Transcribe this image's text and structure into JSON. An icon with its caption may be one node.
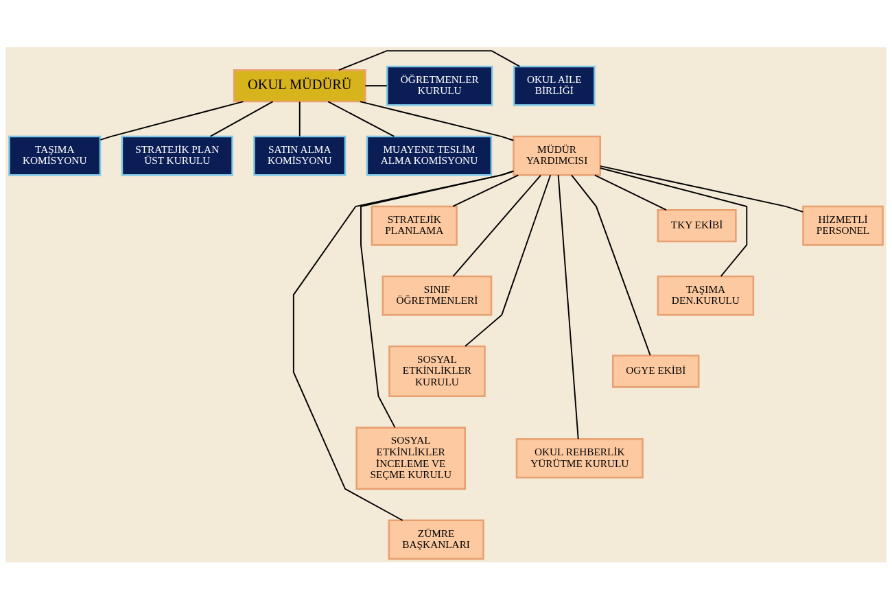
{
  "diagram": {
    "nodes": [
      {
        "text": [
          "OKUL MÜDÜRÜ"
        ]
      },
      {
        "text": [
          "ÖĞRETMENLER KURULU"
        ]
      },
      {
        "text": [
          "TAŞIMA KOMİSYONU"
        ]
      },
      {
        "text": [
          "STRATEJİK PLAN ÜST KURULU"
        ]
      },
      {
        "text": [
          "OKUL AİLE BİRLİĞİ"
        ]
      },
      {
        "text": [
          "SATIN ALMA KOMİSYONU"
        ]
      },
      {
        "text": [
          "MUAYENE TESLİM ALMA KOMİSYONU"
        ]
      },
      {
        "text": [
          "MÜDÜR YARDIMCISI"
        ]
      },
      {
        "text": [
          "STRATEJİK PLANLAMA"
        ]
      },
      {
        "text": [
          "TKY EKİBİ"
        ]
      },
      {
        "text": [
          "SINIF ÖĞRETMENLERİ"
        ]
      },
      {
        "text": [
          "TAŞIMA DEN.KURULU"
        ]
      },
      {
        "text": [
          "SOSYAL ETKİNLİKLER KURULU"
        ]
      },
      {
        "text": [
          "OGYE EKİBİ"
        ]
      },
      {
        "text": [
          "OKUL REHBERLİK YÜRÜTME KURULU"
        ]
      },
      {
        "text": [
          "SOSYAL ETKİNLİKLER İNCELEME VE SEÇME KURULU"
        ]
      },
      {
        "text": [
          "ZÜMRE BAŞKANLARI"
        ]
      },
      {
        "text": [
          "HİZMETLİ PERSONEL"
        ]
      }
    ],
    "edges": [
      {
        "from": 0,
        "to": 1,
        "arrow": "none"
      },
      {
        "from": 0,
        "to": 2,
        "arrow": "none"
      },
      {
        "from": 0,
        "to": 3,
        "arrow": "none"
      },
      {
        "from": 0,
        "to": 4,
        "arrow": "none"
      },
      {
        "from": 0,
        "to": 5,
        "arrow": "none"
      },
      {
        "from": 0,
        "to": 6,
        "arrow": "none"
      },
      {
        "from": 0,
        "to": 7,
        "arrow": "none"
      },
      {
        "from": 7,
        "to": 8,
        "arrow": "none"
      },
      {
        "from": 7,
        "to": 9,
        "arrow": "none"
      },
      {
        "from": 7,
        "to": 10,
        "arrow": "none"
      },
      {
        "from": 7,
        "to": 11,
        "arrow": "none"
      },
      {
        "from": 7,
        "to": 12,
        "arrow": "none"
      },
      {
        "from": 7,
        "to": 13,
        "arrow": "none"
      },
      {
        "from": 7,
        "to": 14,
        "arrow": "none"
      },
      {
        "from": 7,
        "to": 15,
        "arrow": "none"
      },
      {
        "from": 7,
        "to": 16,
        "arrow": "none"
      },
      {
        "from": 7,
        "to": 17,
        "arrow": "none"
      }
    ]
  }
}
